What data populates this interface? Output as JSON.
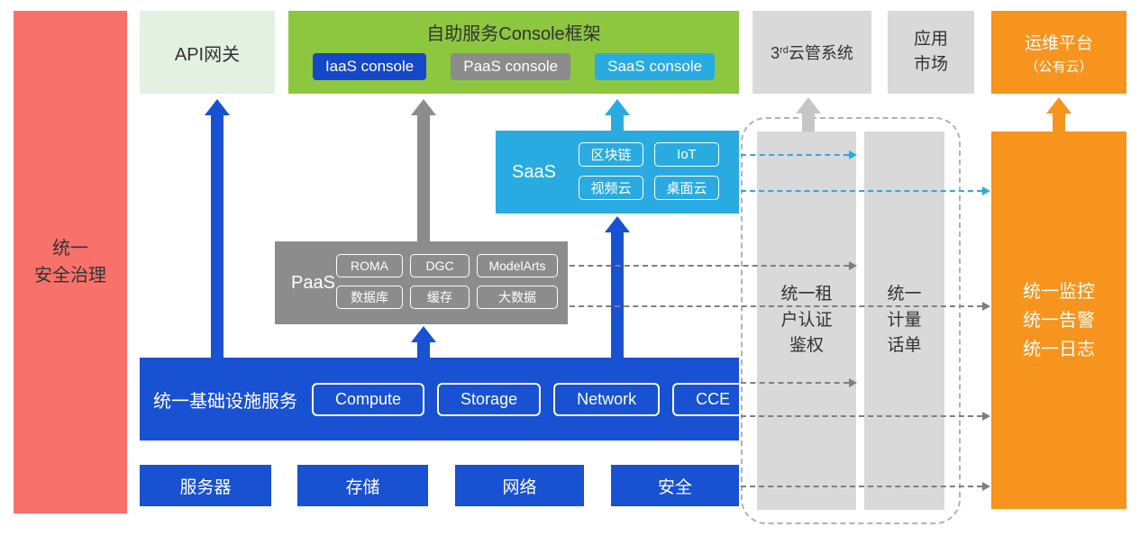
{
  "colors": {
    "red": "#F8716B",
    "light_green": "#E3F1E2",
    "green": "#8DC63F",
    "blue": "#1851D1",
    "gray": "#8C8C8C",
    "light_gray": "#D9D9D9",
    "cyan": "#29ABE2",
    "orange": "#F7941E"
  },
  "security_bar": {
    "label": "统一\n安全治理"
  },
  "api_gateway": {
    "label": "API网关"
  },
  "console_frame": {
    "title": "自助服务Console框架",
    "buttons": [
      {
        "label": "IaaS console"
      },
      {
        "label": "PaaS console"
      },
      {
        "label": "SaaS console"
      }
    ]
  },
  "third_cloud": {
    "prefix": "3",
    "sup": "rd",
    "suffix": "云管系统"
  },
  "app_market": {
    "label": "应用\n市场"
  },
  "ops_platform": {
    "line1": "运维平台",
    "line2": "（公有云）"
  },
  "saas": {
    "label": "SaaS",
    "items": [
      {
        "label": "区块链"
      },
      {
        "label": "IoT"
      },
      {
        "label": "视频云"
      },
      {
        "label": "桌面云"
      }
    ]
  },
  "paas": {
    "label": "PaaS",
    "items": [
      {
        "label": "ROMA"
      },
      {
        "label": "DGC"
      },
      {
        "label": "ModelArts"
      },
      {
        "label": "数据库"
      },
      {
        "label": "缓存"
      },
      {
        "label": "大数据"
      }
    ]
  },
  "infra": {
    "label": "统一基础设施服务",
    "items": [
      {
        "label": "Compute"
      },
      {
        "label": "Storage"
      },
      {
        "label": "Network"
      },
      {
        "label": "CCE"
      }
    ]
  },
  "hardware": {
    "items": [
      {
        "label": "服务器"
      },
      {
        "label": "存储"
      },
      {
        "label": "网络"
      },
      {
        "label": "安全"
      }
    ]
  },
  "auth_column": {
    "label": "统一租\n户认证\n鉴权"
  },
  "metering_column": {
    "label": "统一\n计量\n话单"
  },
  "monitor_bar": {
    "label": "统一监控\n统一告警\n统一日志"
  }
}
